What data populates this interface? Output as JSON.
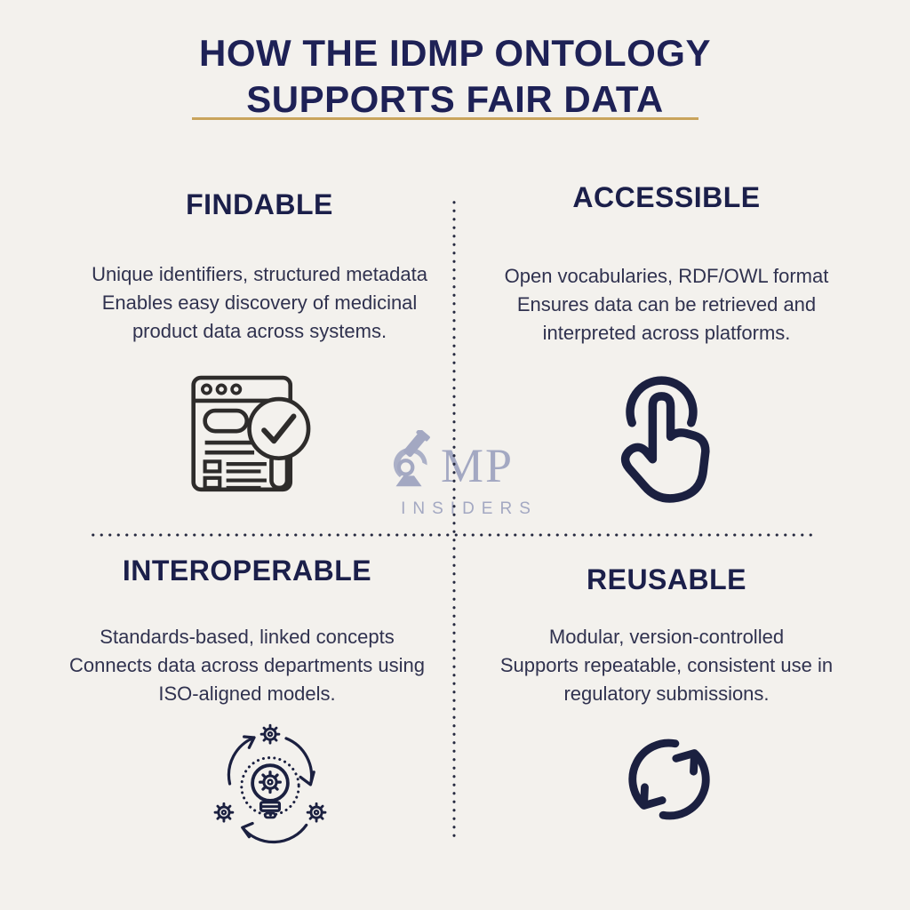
{
  "title": {
    "line1": "HOW THE IDMP ONTOLOGY",
    "line2": "SUPPORTS FAIR DATA"
  },
  "quadrants": [
    {
      "id": "findable",
      "heading": "FINDABLE",
      "icon": "document-search-check-icon",
      "lines": [
        "Unique identifiers, structured metadata",
        "Enables easy discovery of medicinal",
        "product data across systems."
      ]
    },
    {
      "id": "accessible",
      "heading": "ACCESSIBLE",
      "icon": "tap-gesture-icon",
      "lines": [
        "Open vocabularies, RDF/OWL format",
        "Ensures data can be retrieved and",
        "interpreted across platforms."
      ]
    },
    {
      "id": "interoperable",
      "heading": "INTEROPERABLE",
      "icon": "gears-cycle-lightbulb-icon",
      "lines": [
        "Standards-based, linked concepts",
        "Connects data across departments using",
        "ISO-aligned models."
      ]
    },
    {
      "id": "reusable",
      "heading": "REUSABLE",
      "icon": "refresh-arrows-icon",
      "lines": [
        "Modular, version-controlled",
        "Supports repeatable, consistent use in",
        "regulatory submissions."
      ]
    }
  ],
  "watermark": {
    "letters": "MP",
    "subtext": "INSIDERS",
    "brand": "GMP INSIDERS"
  },
  "colors": {
    "background": "#f3f1ed",
    "gold": "#c9a45c",
    "title_ink": "#1e2156",
    "heading_ink": "#1b1f4a",
    "body_ink": "#30324f",
    "divider_ink": "#262a40",
    "icon_ink_navy": "#1b2040",
    "icon_ink_black": "#2e2c2b",
    "watermark_ink": "#a3a8c2"
  }
}
